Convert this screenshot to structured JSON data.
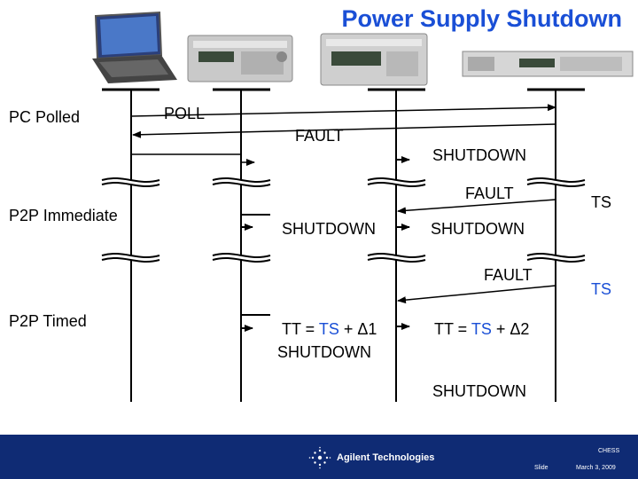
{
  "title": "Power Supply Shutdown",
  "rows": {
    "pc_polled": "PC Polled",
    "p2p_immediate": "P2P Immediate",
    "p2p_timed": "P2P Timed"
  },
  "messages": {
    "poll": "POLL",
    "fault1": "FAULT",
    "shutdown1": "SHUTDOWN",
    "fault2": "FAULT",
    "ts1": "TS",
    "shutdown_left": "SHUTDOWN",
    "shutdown_right": "SHUTDOWN",
    "fault3": "FAULT",
    "ts2": "TS",
    "tt1_prefix": "TT = ",
    "tt1_ts": "TS",
    "tt1_suffix": " + Δ1",
    "tt1_shutdown": "SHUTDOWN",
    "tt2_prefix": "TT = ",
    "tt2_ts": "TS",
    "tt2_suffix": " + Δ2",
    "shutdown_bottom": "SHUTDOWN"
  },
  "footer": {
    "chess": "CHESS",
    "brand": "Agilent Technologies",
    "slide": "Slide",
    "date": "March 3, 2009"
  },
  "colors": {
    "title": "#1a4fd6",
    "ts": "#1a4fd6",
    "footer_bg": "#0f2b74"
  }
}
